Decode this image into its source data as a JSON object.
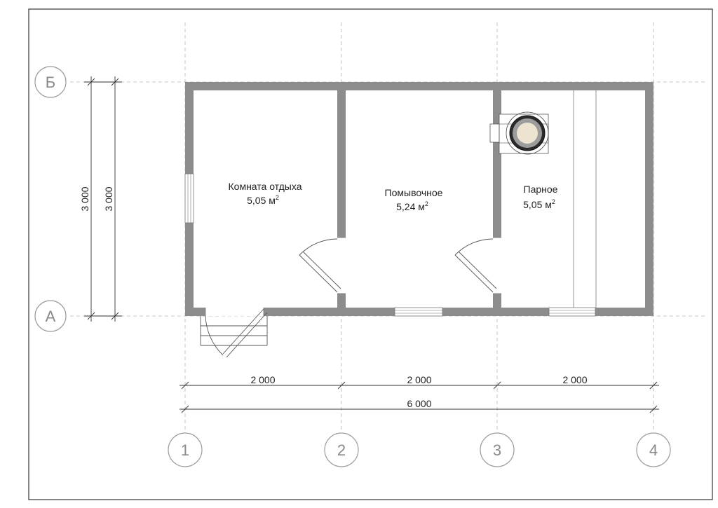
{
  "rooms": [
    {
      "name": "Комната отдыха",
      "area": "5,05 м",
      "unit_power": "2"
    },
    {
      "name": "Помывочное",
      "area": "5,24 м",
      "unit_power": "2"
    },
    {
      "name": "Парное",
      "area": "5,05 м",
      "unit_power": "2"
    }
  ],
  "axes": {
    "columns": [
      "1",
      "2",
      "3",
      "4"
    ],
    "rows": [
      "Б",
      "А"
    ]
  },
  "dimensions": {
    "segments": [
      "2 000",
      "2 000",
      "2 000"
    ],
    "total": "6 000",
    "height_outer": "3 000",
    "height_inner": "3 000"
  }
}
